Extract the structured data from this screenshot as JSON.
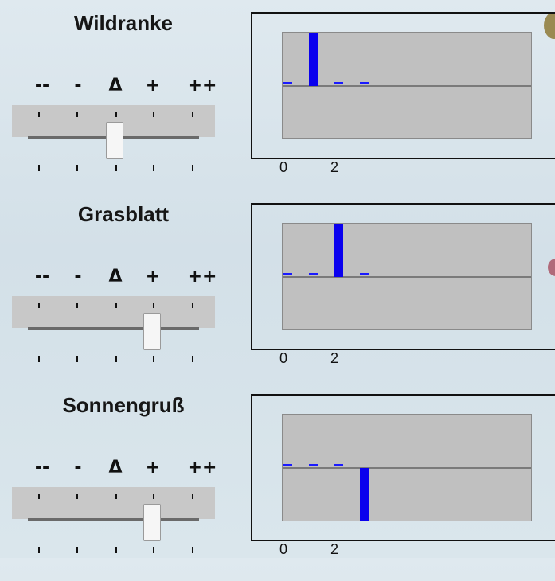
{
  "scale_labels": [
    "--",
    "-",
    "Δ",
    "+",
    "++"
  ],
  "panels": [
    {
      "title": "Wildranke",
      "slider_position": "Δ",
      "chart_data": {
        "type": "bar",
        "x_ticks": [
          "0",
          "2"
        ],
        "x": [
          0,
          1,
          2,
          3
        ],
        "values": [
          0,
          1,
          0,
          0
        ],
        "ylim": [
          -1,
          1
        ]
      }
    },
    {
      "title": "Grasblatt",
      "slider_position": "+",
      "chart_data": {
        "type": "bar",
        "x_ticks": [
          "0",
          "2"
        ],
        "x": [
          0,
          1,
          2,
          3
        ],
        "values": [
          0,
          0,
          2,
          0
        ],
        "ylim": [
          -2,
          2
        ]
      }
    },
    {
      "title": "Sonnengruß",
      "slider_position": "+",
      "chart_data": {
        "type": "bar",
        "x_ticks": [
          "0",
          "2"
        ],
        "x": [
          0,
          1,
          2,
          3
        ],
        "values": [
          0,
          0,
          0,
          -2
        ],
        "ylim": [
          -2,
          2
        ]
      }
    }
  ],
  "colors": {
    "bar": "#0a00ee",
    "plot_bg": "#c0c0c0",
    "track": "#c8c8c8"
  }
}
